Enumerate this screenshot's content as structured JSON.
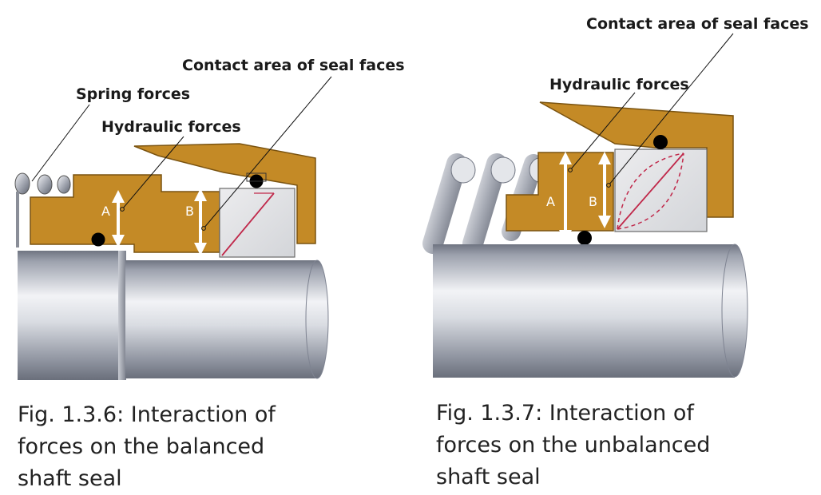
{
  "colors": {
    "seal_body": "#c48a26",
    "seal_stroke": "#7a5310",
    "shaft_dark": "#7e8391",
    "shaft_light": "#f2f3f6",
    "oring": "#000000",
    "contact_line": "#c0284a",
    "arrow": "#ffffff",
    "leader": "#111111"
  },
  "figures": [
    {
      "labels": {
        "spring": "Spring forces",
        "hydraulic": "Hydraulic forces",
        "contact": "Contact area of seal faces",
        "a": "A",
        "b": "B"
      },
      "caption": [
        "Fig. 1.3.6: Interaction of",
        "forces on the balanced",
        "shaft seal"
      ]
    },
    {
      "labels": {
        "hydraulic": "Hydraulic forces",
        "contact": "Contact area of seal faces",
        "a": "A",
        "b": "B"
      },
      "caption": [
        "Fig. 1.3.7: Interaction of",
        "forces on the unbalanced",
        "shaft seal"
      ]
    }
  ]
}
